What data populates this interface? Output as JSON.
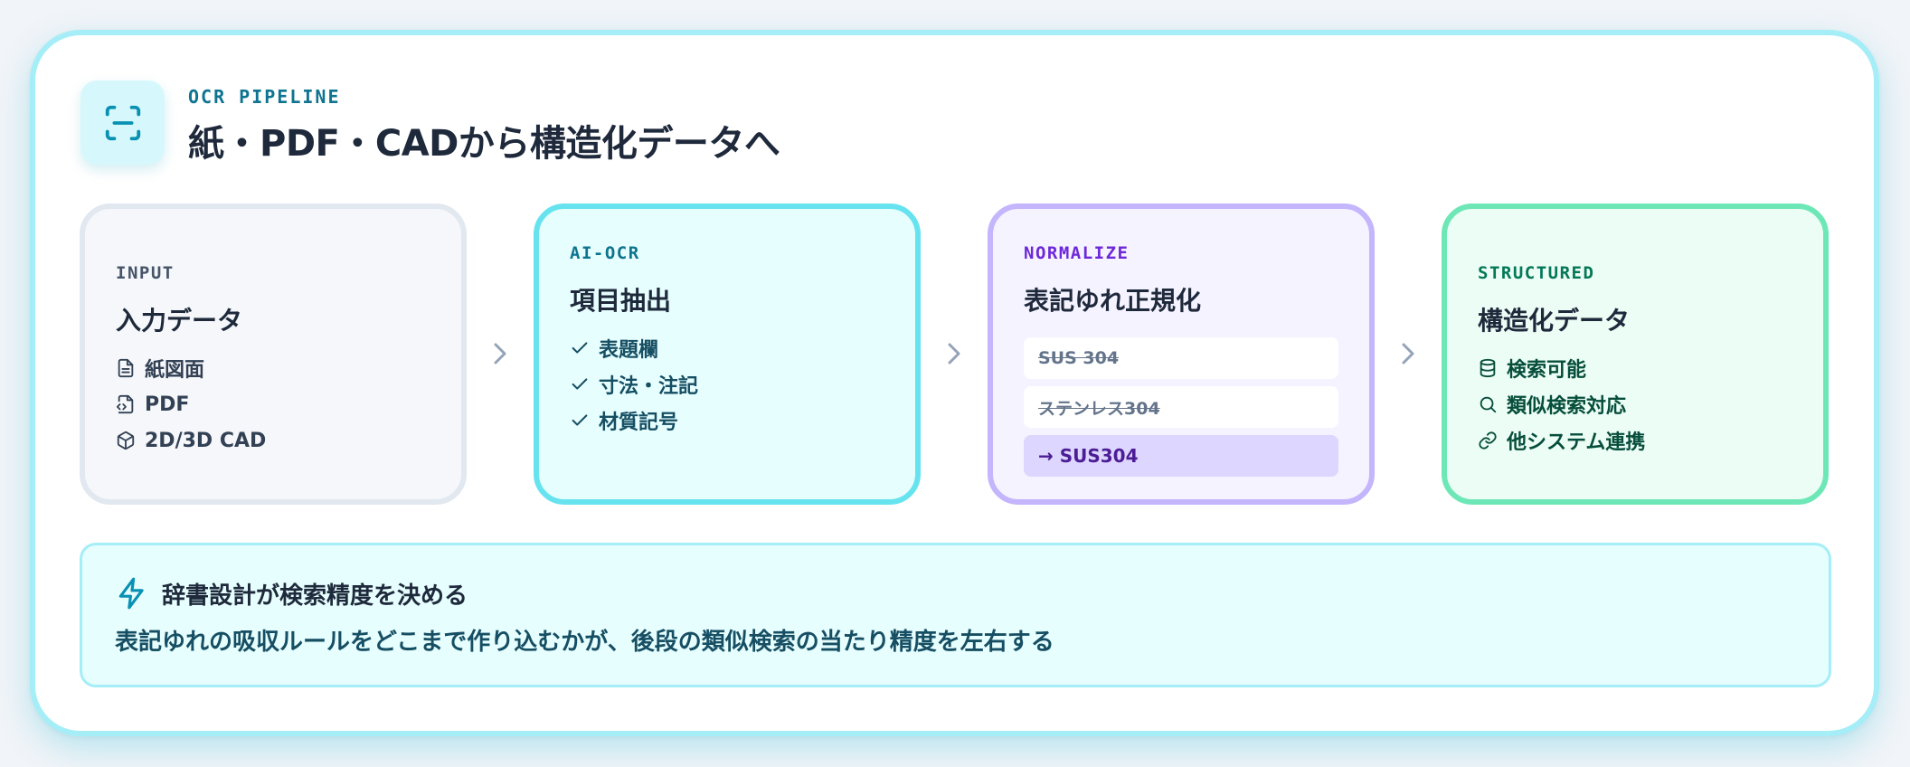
{
  "header": {
    "kicker": "OCR PIPELINE",
    "title": "紙・PDF・CADから構造化データへ",
    "icon": "scan-icon"
  },
  "stages": [
    {
      "tag": "INPUT",
      "title": "入力データ",
      "items": [
        {
          "icon": "file-text-icon",
          "label": "紙図面"
        },
        {
          "icon": "file-code-icon",
          "label": "PDF"
        },
        {
          "icon": "cube-icon",
          "label": "2D/3D CAD"
        }
      ],
      "colors": {
        "tag": "#475569",
        "text": "#334155"
      }
    },
    {
      "tag": "AI-OCR",
      "title": "項目抽出",
      "items": [
        {
          "icon": "check-icon",
          "label": "表題欄"
        },
        {
          "icon": "check-icon",
          "label": "寸法・注記"
        },
        {
          "icon": "check-icon",
          "label": "材質記号"
        }
      ],
      "colors": {
        "tag": "#0e7490",
        "text": "#164e63"
      }
    },
    {
      "tag": "NORMALIZE",
      "title": "表記ゆれ正規化",
      "variants": [
        "SUS 304",
        "ステンレス304"
      ],
      "result": "→ SUS304",
      "colors": {
        "tag": "#6d28d9",
        "text": "#4c1d95"
      }
    },
    {
      "tag": "STRUCTURED",
      "title": "構造化データ",
      "items": [
        {
          "icon": "database-icon",
          "label": "検索可能"
        },
        {
          "icon": "search-icon",
          "label": "類似検索対応"
        },
        {
          "icon": "link-icon",
          "label": "他システム連携"
        }
      ],
      "colors": {
        "tag": "#047857",
        "text": "#064e3b"
      }
    }
  ],
  "callout": {
    "icon": "lightning-icon",
    "title": "辞書設計が検索精度を決める",
    "body": "表記ゆれの吸収ルールをどこまで作り込むかが、後段の類似検索の当たり精度を左右する"
  },
  "palette": {
    "accent": "#0e7490",
    "card_border": "#a5eef7",
    "chevron": "#94a3b8"
  }
}
